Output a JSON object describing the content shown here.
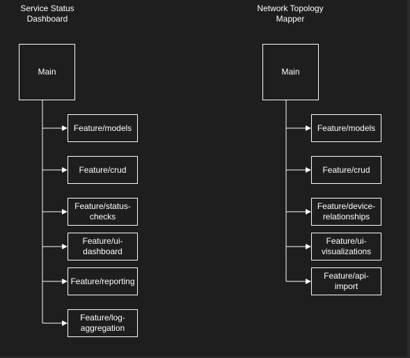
{
  "colors": {
    "background": "#1e1e1e",
    "stroke": "#ffffff",
    "text": "#ffffff"
  },
  "diagrams": [
    {
      "title": "Service Status\nDashboard",
      "root": "Main",
      "children": [
        "Feature/models",
        "Feature/crud",
        "Feature/status-\nchecks",
        "Feature/ui-\ndashboard",
        "Feature/reporting",
        "Feature/log-\naggregation"
      ]
    },
    {
      "title": "Network Topology\nMapper",
      "root": "Main",
      "children": [
        "Feature/models",
        "Feature/crud",
        "Feature/device-\nrelationships",
        "Feature/ui-\nvisualizations",
        "Feature/api-\nimport"
      ]
    }
  ]
}
